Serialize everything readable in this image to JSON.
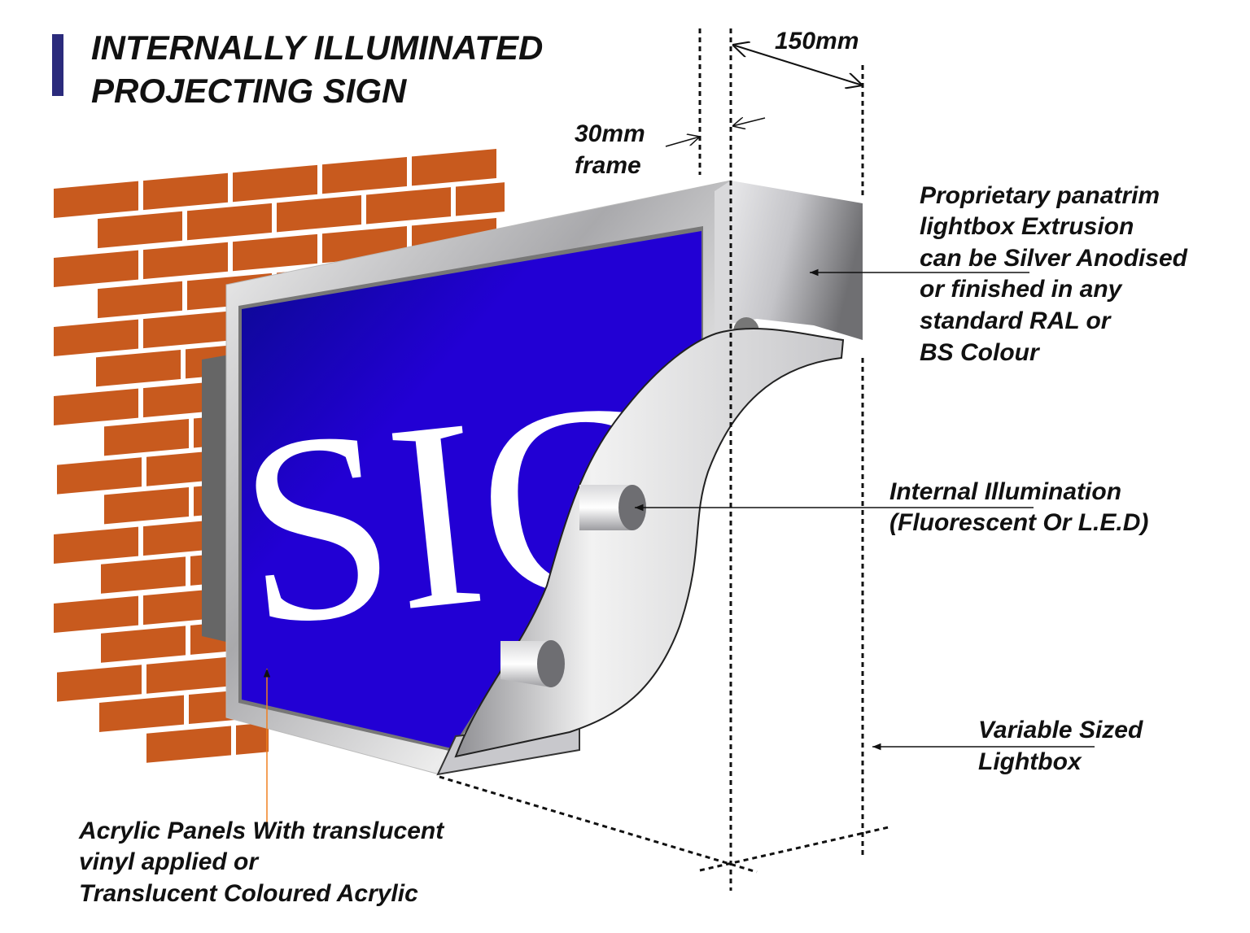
{
  "title": {
    "line1": "INTERNALLY ILLUMINATED",
    "line2": "PROJECTING SIGN",
    "accent_color": "#2b2b7c"
  },
  "sign": {
    "text": "SIGN",
    "panel_color": "#2200d4",
    "brick_color": "#c85a1e"
  },
  "dimensions": {
    "depth": "150mm",
    "frame_line1": "30mm",
    "frame_line2": "frame"
  },
  "annotations": {
    "extrusion": [
      "Proprietary panatrim",
      "lightbox Extrusion",
      "can be Silver Anodised",
      "or finished in any",
      "standard RAL or",
      "BS Colour"
    ],
    "illumination": [
      "Internal Illumination",
      "(Fluorescent Or L.E.D)"
    ],
    "lightbox": [
      "Variable Sized",
      "Lightbox"
    ],
    "panels": [
      "Acrylic Panels With translucent",
      "vinyl applied or",
      "Translucent Coloured Acrylic"
    ]
  }
}
